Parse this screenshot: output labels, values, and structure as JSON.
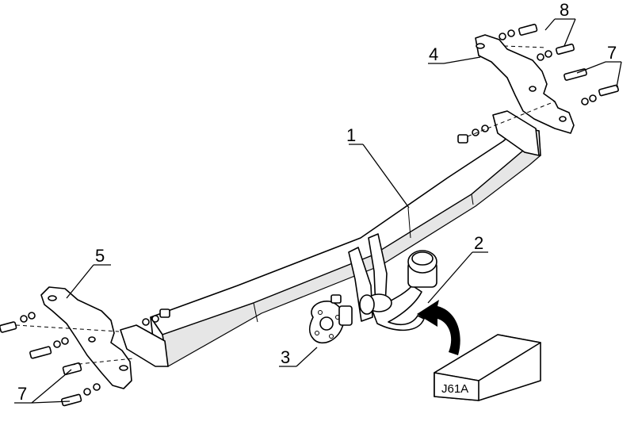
{
  "callouts": {
    "c1": "1",
    "c2": "2",
    "c3": "3",
    "c4": "4",
    "c5": "5",
    "c7_right": "7",
    "c7_left": "7",
    "c8": "8"
  },
  "kit_box": {
    "label": "J61A"
  },
  "colors": {
    "line": "#000000",
    "fill": "#ffffff",
    "shade": "#e6e6e6",
    "arrow": "#000000"
  }
}
